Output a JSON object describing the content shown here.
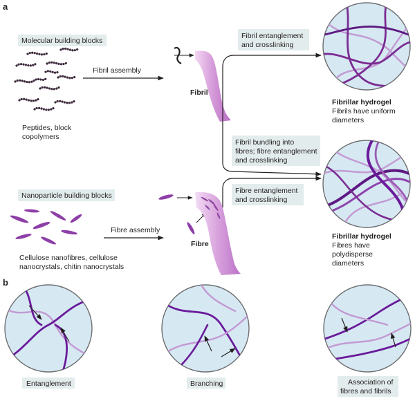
{
  "panel_a": {
    "letter": "a",
    "molecular_box": "Molecular building blocks",
    "fibril_assembly": "Fibril assembly",
    "fibril_label": "Fibril",
    "peptides": [
      "Peptides, block",
      "copolymers"
    ],
    "fibril_entangle": [
      "Fibril entanglement",
      "and crosslinking"
    ],
    "hydrogel1_title": "Fibrillar hydrogel",
    "hydrogel1_desc": [
      "Fibrils have uniform",
      "diameters"
    ],
    "bundling": [
      "Fibril bundling into",
      "fibres; fibre entanglement",
      "and crosslinking"
    ],
    "nano_box": "Nanoparticle building blocks",
    "fibre_entangle": [
      "Fibre entanglement",
      "and crosslinking"
    ],
    "fibre_assembly": "Fibre assembly",
    "fibre_label": "Fibre",
    "cellulose": [
      "Cellulose nanofibres, cellulose",
      "nanocrystals, chitin nanocrystals"
    ],
    "hydrogel2_title": "Fibrillar hydrogel",
    "hydrogel2_desc": [
      "Fibres have",
      "polydisperse",
      "diameters"
    ]
  },
  "panel_b": {
    "letter": "b",
    "labels": {
      "entanglement": "Entanglement",
      "branching": "Branching",
      "association": [
        "Association of",
        "fibres and fibrils"
      ]
    }
  },
  "colors": {
    "circle_fill": "#d6e9f3",
    "circle_stroke": "#6d6e71",
    "purple_dark": "#6a1b9a",
    "purple_mid": "#8e44ad",
    "purple_light": "#c39bd3",
    "box_fill": "#e3ecec"
  }
}
